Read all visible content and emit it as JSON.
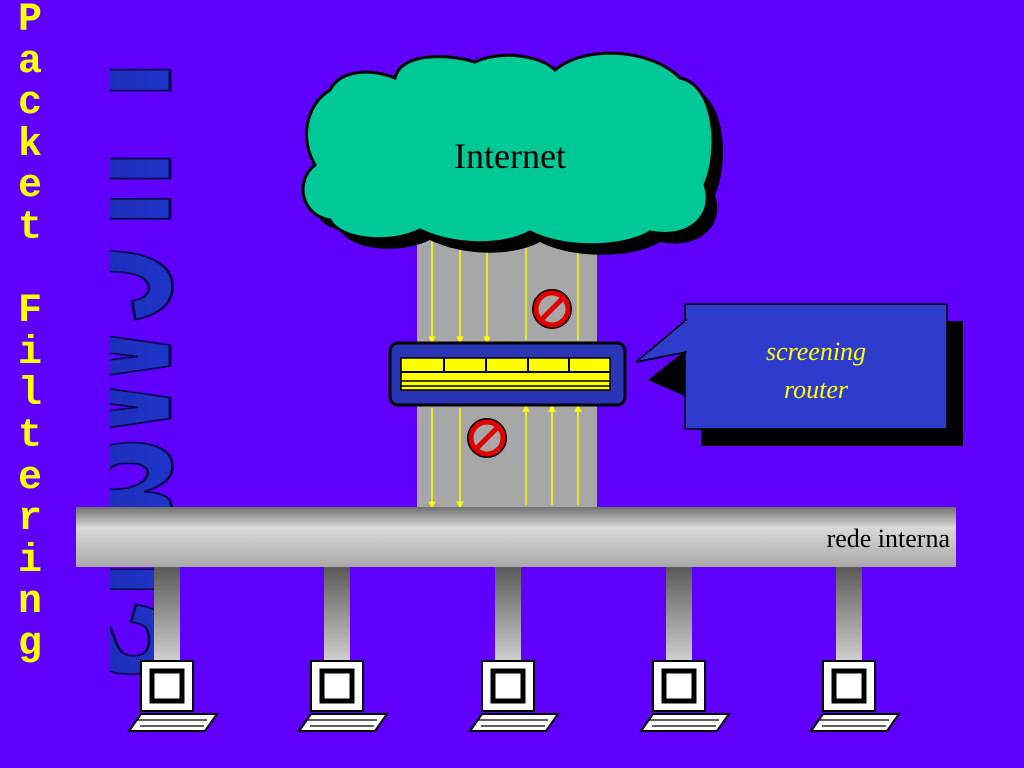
{
  "vertical_title": {
    "line1": [
      "P",
      "a",
      "c",
      "k",
      "e",
      "t"
    ],
    "line2": [
      "F",
      "i",
      "l",
      "t",
      "e",
      "r",
      "i",
      "n",
      "g"
    ]
  },
  "watermark": "Firewalls",
  "cloud": {
    "label": "Internet"
  },
  "router": {
    "label_line1": "screening",
    "label_line2": "router"
  },
  "bus": {
    "label": "rede interna"
  },
  "colors": {
    "background": "#5e00fb",
    "title": "#ffff00",
    "cloud": "#00c896",
    "callout": "#2d3ccc",
    "arrow": "#ffff00",
    "block_sign": "#e00000"
  },
  "icons": [
    "block-sign-icon",
    "computer-icon"
  ]
}
